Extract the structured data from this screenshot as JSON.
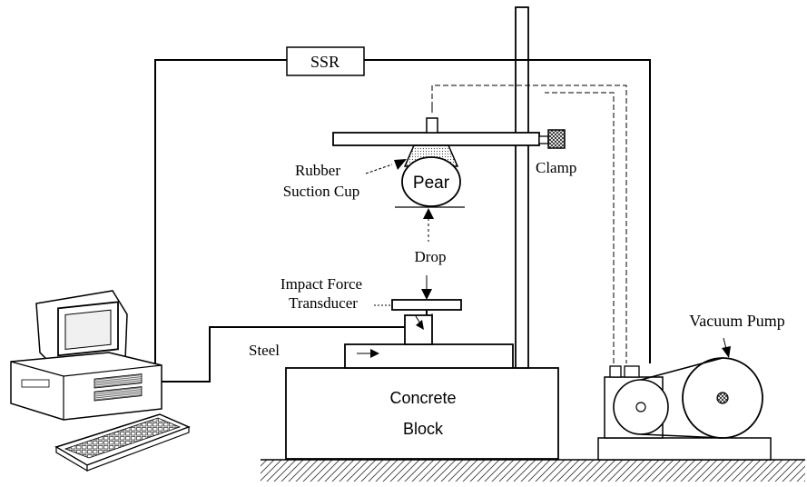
{
  "labels": {
    "ssr": "SSR",
    "rubber": "Rubber",
    "suction_cup": "Suction Cup",
    "pear": "Pear",
    "clamp": "Clamp",
    "drop": "Drop",
    "impact_force": "Impact Force",
    "transducer": "Transducer",
    "steel": "Steel",
    "concrete": "Concrete",
    "block": "Block",
    "vacuum_pump": "Vacuum Pump"
  },
  "colors": {
    "line": "#000000",
    "background": "#ffffff",
    "hatch": "#333333"
  }
}
